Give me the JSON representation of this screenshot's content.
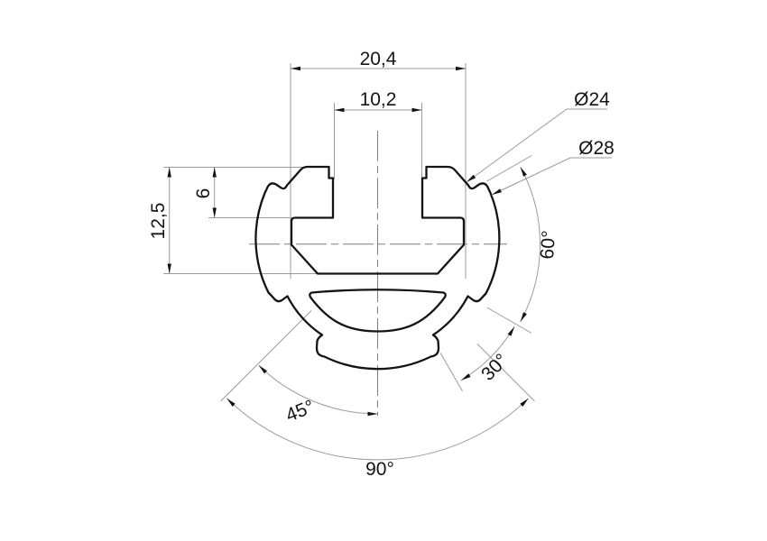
{
  "drawing": {
    "type": "technical-cross-section-profile",
    "labels": {
      "width_outer": "20,4",
      "width_slot": "10,2",
      "height_total": "12,5",
      "height_slot": "6",
      "dia_core": "Ø24",
      "dia_outer": "Ø28",
      "angle_right": "60°",
      "angle_lower_right": "30°",
      "angle_lower_left": "45°",
      "angle_bottom": "90°"
    },
    "colors": {
      "outline": "#141414",
      "dimension_lines": "#9b9b9b",
      "centerlines": "#7f7f7f",
      "background": "#ffffff"
    }
  }
}
